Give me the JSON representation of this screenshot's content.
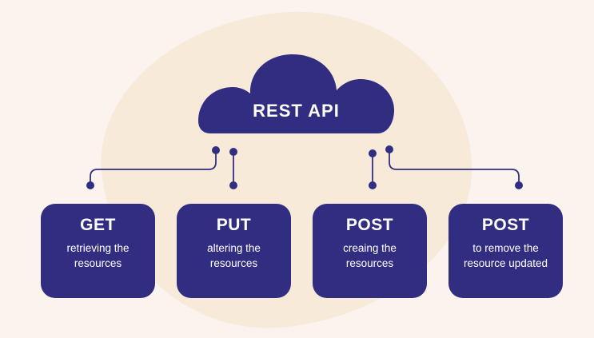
{
  "colors": {
    "background": "#fbf3ee",
    "blob": "#f7ead9",
    "primary": "#312e81",
    "text_on_primary": "#ffffff"
  },
  "cloud": {
    "label": "REST API"
  },
  "methods": [
    {
      "name": "GET",
      "description": "retrieving the resources"
    },
    {
      "name": "PUT",
      "description": "altering the resources"
    },
    {
      "name": "POST",
      "description": "creaing the resources"
    },
    {
      "name": "POST",
      "description": "to remove the resource updated"
    }
  ]
}
